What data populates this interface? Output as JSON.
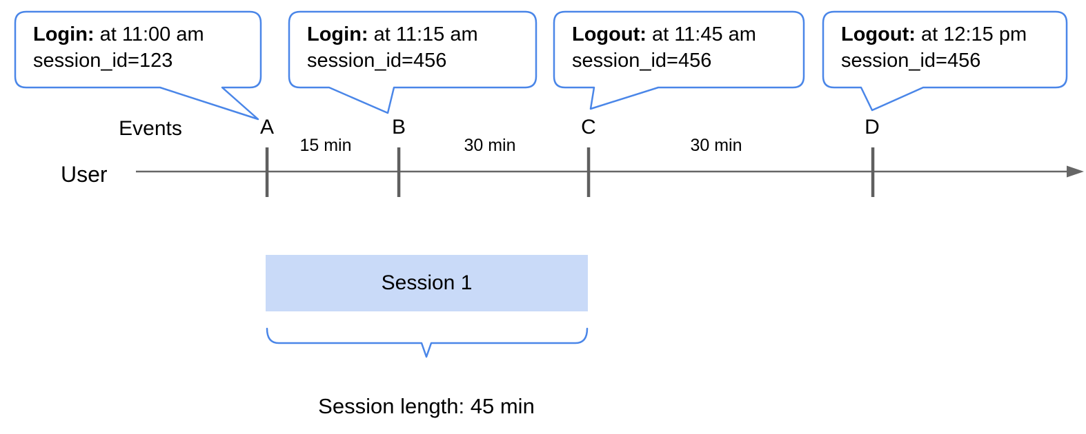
{
  "diagram": {
    "bubbles": [
      {
        "bold": "Login:",
        "rest": " at 11:00 am",
        "line2": "session_id=123"
      },
      {
        "bold": "Login:",
        "rest": " at 11:15 am",
        "line2": "session_id=456"
      },
      {
        "bold": "Logout:",
        "rest": " at 11:45 am",
        "line2": "session_id=456"
      },
      {
        "bold": "Logout:",
        "rest": " at 12:15 pm",
        "line2": "session_id=456"
      }
    ],
    "events_label": "Events",
    "user_label": "User",
    "markers": [
      "A",
      "B",
      "C",
      "D"
    ],
    "intervals": [
      "15 min",
      "30 min",
      "30 min"
    ],
    "session_box_label": "Session 1",
    "session_length_label": "Session length: 45 min",
    "colors": {
      "bubble_border": "#4a86e8",
      "session_fill": "#c9daf8",
      "brace": "#4a86e8",
      "timeline": "#666666",
      "tick": "#5f5f5f",
      "text": "#000000"
    }
  }
}
